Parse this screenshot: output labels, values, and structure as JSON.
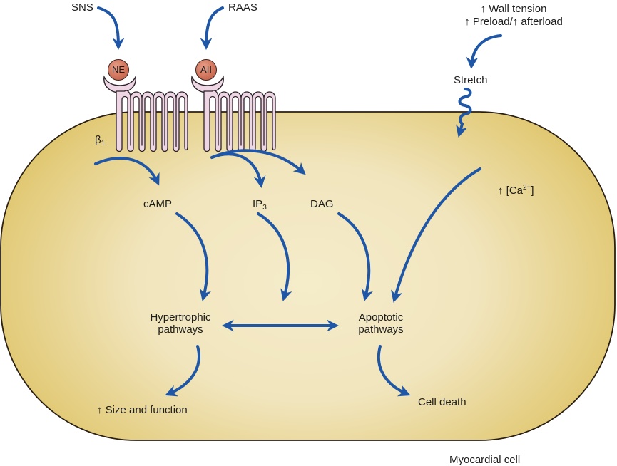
{
  "title": "Myocardial cell",
  "colors": {
    "arrow": "#1f56a6",
    "cell_edge": "#d8bd5a",
    "cell_center": "#f5ecca",
    "cell_outline": "#2a1f14",
    "receptor_fill": "#eed6e4",
    "ligand_fill": "#d57a60"
  },
  "inputs": {
    "sns": "SNS",
    "raas": "RAAS",
    "wall_tension": "↑ Wall tension",
    "preload_afterload": "↑ Preload/↑ afterload",
    "stretch": "Stretch"
  },
  "ligands": {
    "ne": "NE",
    "aii": "AII"
  },
  "receptors": {
    "beta1": "β",
    "beta1_sub": "1"
  },
  "messengers": {
    "camp": "cAMP",
    "ip3": "IP",
    "ip3_sub": "3",
    "dag": "DAG",
    "calcium_prefix": "↑ [Ca",
    "calcium_sup": "2+",
    "calcium_suffix": "]"
  },
  "pathways": {
    "hypertrophic_line1": "Hypertrophic",
    "hypertrophic_line2": "pathways",
    "apoptotic_line1": "Apoptotic",
    "apoptotic_line2": "pathways"
  },
  "outcomes": {
    "size_function": "↑ Size and function",
    "cell_death": "Cell death"
  },
  "icons": [
    "arrow-icon",
    "receptor-icon",
    "stretch-wave-icon",
    "ligand-icon"
  ]
}
